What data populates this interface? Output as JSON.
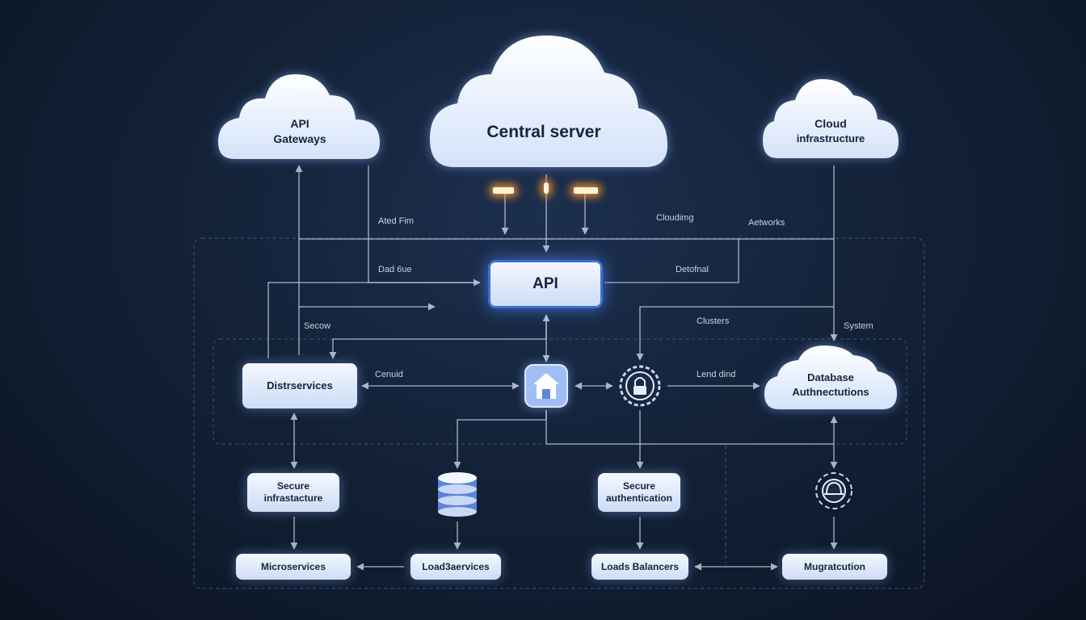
{
  "clouds": {
    "api_gateways": "API\nGateways",
    "central_server": "Central server",
    "cloud_infrastructure": "Cloud\ninfrastructure",
    "database_auth": "Database\nAuthnectutions"
  },
  "nodes": {
    "api": "API",
    "distrservices": "Distrservices",
    "secure_infrastructure": "Secure\ninfrastacture",
    "microservices": "Microservices",
    "loadservices": "Load3aervices",
    "secure_authentication": "Secure\nauthentication",
    "loads_balancers": "Loads Balancers",
    "mulstructure": "Mugratcution"
  },
  "labels": {
    "ated_fim": "Ated Fim",
    "dad_bue": "Dad 6ue",
    "secow": "Secow",
    "cenuid": "Cenuid",
    "cloudimg": "Cloudimg",
    "networks": "Aetworks",
    "detofnal": "Detofnal",
    "clusters": "Clusters",
    "system": "System",
    "lend_dind": "Lend dind"
  },
  "icons": {
    "shield_hub": "shield-home-icon",
    "gear_lock": "gear-lock-icon",
    "database": "database-icon",
    "dome_node": "dome-node-icon"
  },
  "colors": {
    "background": "#132238",
    "node_fill": "#e4ecfb",
    "api_border": "#3b6fd4",
    "connector": "#c3cfe3",
    "glow": "#ff9628"
  }
}
